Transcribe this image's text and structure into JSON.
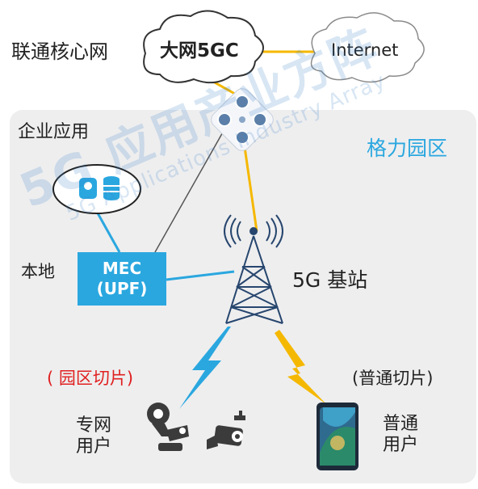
{
  "labels": {
    "core_network": "联通核心网",
    "core_5gc": "大网5GC",
    "internet": "Internet",
    "enterprise_app": "企业应用",
    "park_name": "格力园区",
    "local": "本地",
    "mec_line1": "MEC",
    "mec_line2": "(UPF)",
    "base_station": "5G 基站",
    "park_slice": "( 园区切片)",
    "normal_slice": "(普通切片)",
    "private_user_line1": "专网",
    "private_user_line2": "用户",
    "normal_user_line1": "普通",
    "normal_user_line2": "用户"
  },
  "watermark": {
    "main": "5G 应用产业方阵",
    "sub": "5G Applications Industry Array"
  },
  "colors": {
    "park_title": "#2aa7df",
    "park_slice": "#e02020",
    "mec_fill": "#2aa7df",
    "link_yellow": "#f5b800",
    "link_blue": "#2aa7df",
    "tower": "#27466e",
    "park_bg": "#eeeeef"
  },
  "icons": {
    "router": "router-icon",
    "tower": "cell-tower-icon",
    "app": "app-server-icon",
    "private_devices": "robot-camera-icon",
    "phone": "smartphone-icon"
  }
}
